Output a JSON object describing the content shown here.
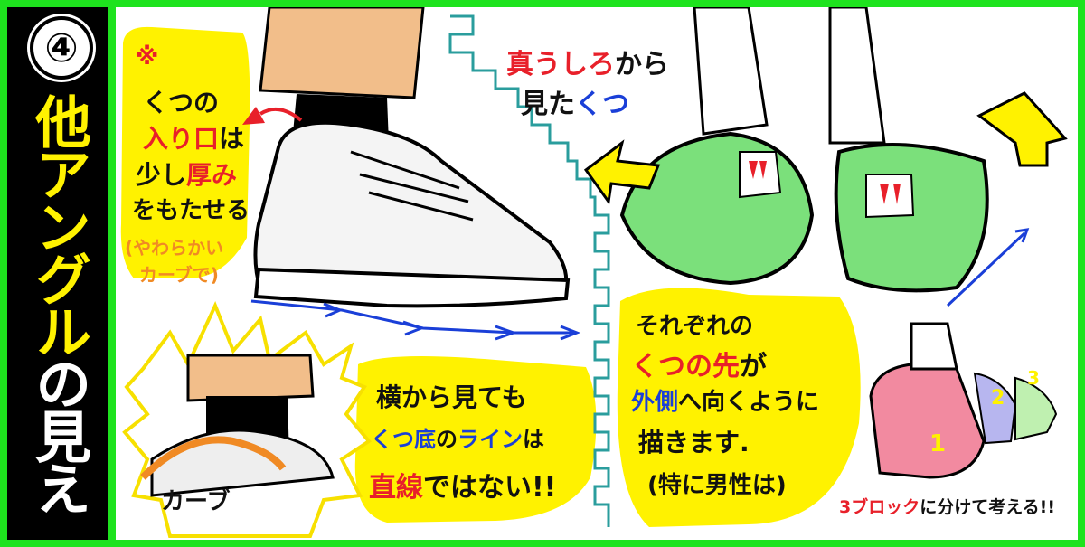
{
  "sidebar": {
    "badge_number": "④",
    "title_part1": "他アングル",
    "title_part2": "の見え方"
  },
  "left_note": {
    "mark": "※",
    "line1": "くつの",
    "line2_red": "入り口",
    "line2_rest": "は",
    "line3_a": "少し",
    "line3_red": "厚み",
    "line4": "をもたせる",
    "sub1": "(やわらかい",
    "sub2": "カーブで)"
  },
  "back_view_title": {
    "line1_red": "真うしろ",
    "line1_rest": "から",
    "line2_a": "見た",
    "line2_blue": "くつ"
  },
  "sole_note": {
    "line1": "横から見ても",
    "line2_blue": "くつ底",
    "line2_a": "の",
    "line2_blue2": "ライン",
    "line2_b": "は",
    "line3_red": "直線",
    "line3_rest": "ではない!!"
  },
  "toe_note": {
    "line1": "それぞれの",
    "line2_red": "くつの先",
    "line2_rest": "が",
    "line3_blue": "外側",
    "line3_rest": "へ向くように",
    "line4": "描きます.",
    "line5": "(特に男性は)"
  },
  "curve_label": "カーブ",
  "block_note": {
    "red": "3ブロック",
    "rest": "に分けて考える!!"
  },
  "block_numbers": [
    "1",
    "2",
    "3"
  ],
  "colors": {
    "frame_green": "#1ee31e",
    "highlight_yellow": "#fff200",
    "shoe_green": "#7be07b",
    "pant_tan": "#f2be8a",
    "red_text": "#e8202a",
    "blue_text": "#1a3fd8"
  }
}
